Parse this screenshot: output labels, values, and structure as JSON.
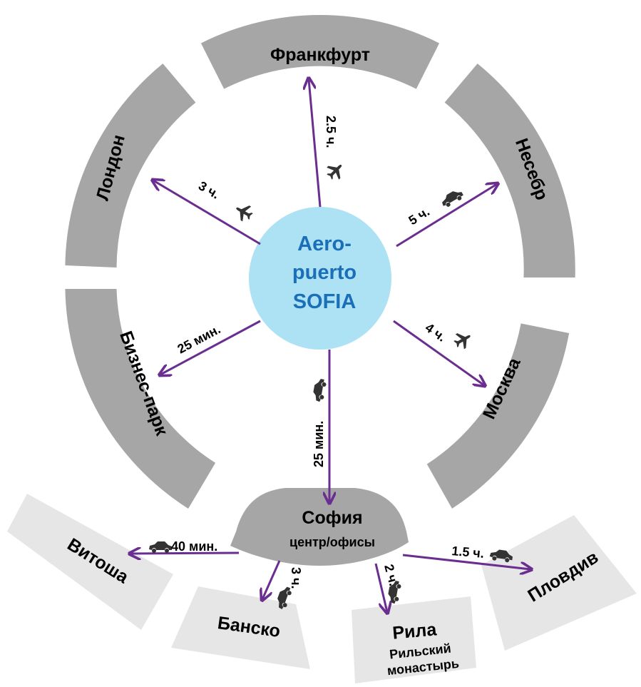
{
  "center": {
    "lines": [
      "Aero-",
      "puerto",
      "SOFIA"
    ],
    "color": "#ade2f4",
    "text_color": "#1b6fb8"
  },
  "destinations": {
    "frankfurt": {
      "name": "Франкфурт",
      "time": "2.5 ч.",
      "icon": "plane-icon"
    },
    "nesebar": {
      "name": "Несебр",
      "time": "5 ч.",
      "icon": "car-icon"
    },
    "moscow": {
      "name": "Москва",
      "time": "4 ч.",
      "icon": "plane-icon"
    },
    "sofia": {
      "name": "София",
      "sub": "центр/офисы",
      "time": "25 мин.",
      "icon": "car-icon"
    },
    "business_park": {
      "name": "Бизнес-парк",
      "time": "25 мин."
    },
    "london": {
      "name": "Лондон",
      "time": "3 ч.",
      "icon": "plane-icon"
    }
  },
  "outer": {
    "vitosha": {
      "name": "Витоша",
      "time": "40 мин.",
      "icon": "car-icon"
    },
    "bansko": {
      "name": "Банско",
      "time": "3 ч.",
      "icon": "car-icon"
    },
    "rila": {
      "name": "Рила",
      "sub_line1": "Рильский",
      "sub_line2": "монастырь",
      "time": "2 ч.",
      "icon": "car-icon"
    },
    "plovdiv": {
      "name": "Пловдив",
      "time": "1.5 ч.",
      "icon": "car-icon"
    }
  },
  "colors": {
    "ring": "#a6a6a7",
    "outer_boxes": "#e6e6e7",
    "arrows": "#6a2e90"
  }
}
